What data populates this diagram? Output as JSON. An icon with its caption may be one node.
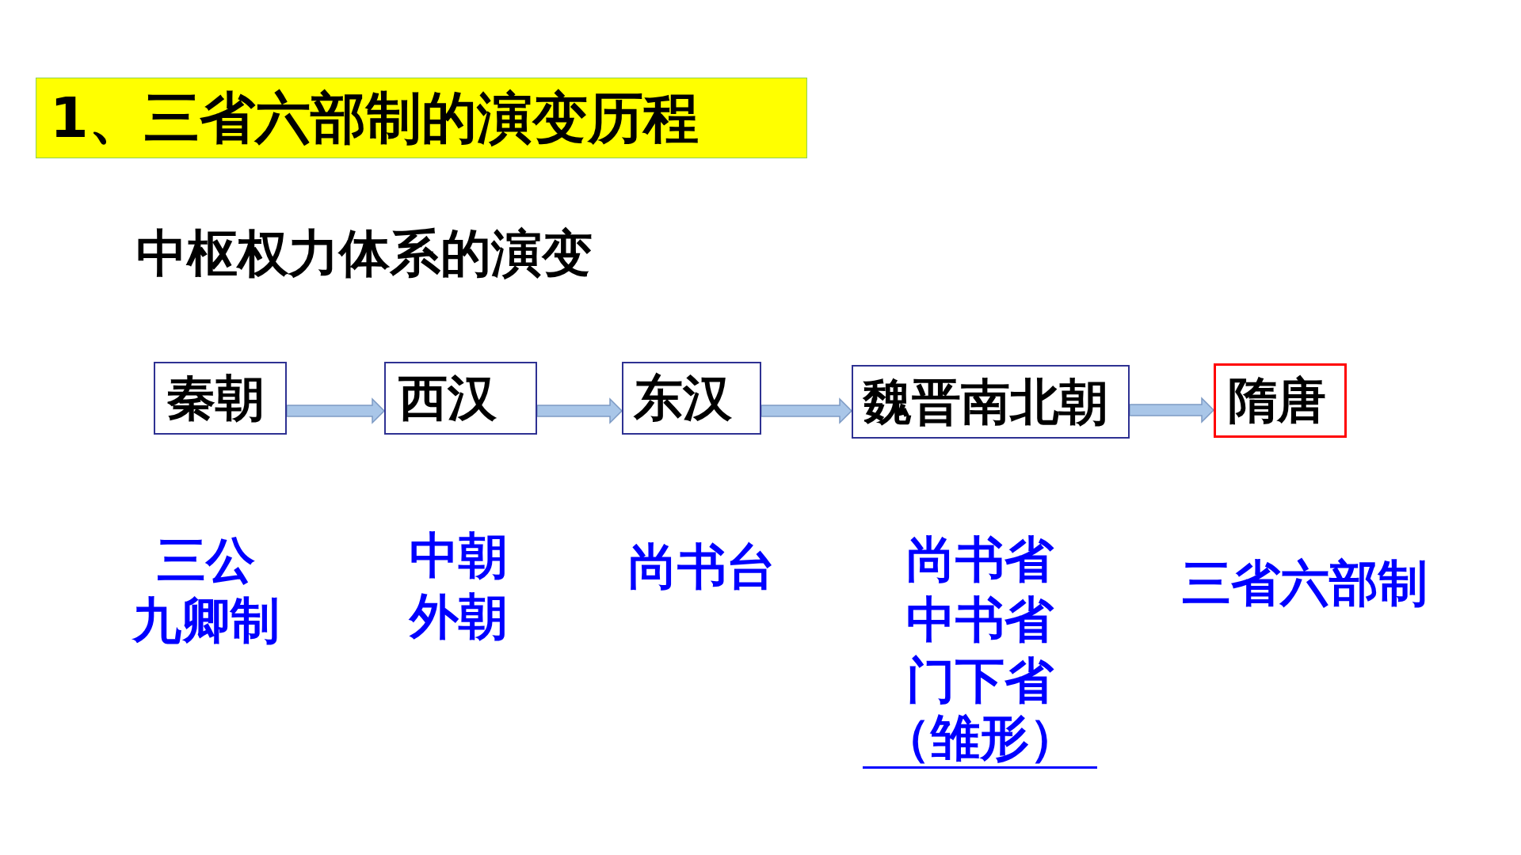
{
  "diagram": {
    "title": "1、三省六部制的演变历程",
    "nodes": [
      {
        "text": [
          "秦朝"
        ],
        "beside": [
          "三公九卿制"
        ]
      },
      {
        "text": [
          "西汉"
        ],
        "beside": [
          "中朝",
          "外朝"
        ]
      },
      {
        "text": [
          "东汉"
        ],
        "beside": [
          "尚书台"
        ]
      },
      {
        "text": [
          "魏晋南北朝"
        ],
        "beside": [
          "尚书省",
          "中书省",
          "门下省",
          "（雏形）"
        ]
      },
      {
        "text": [
          "隋唐"
        ],
        "beside": [
          "三省六部制"
        ]
      }
    ],
    "edges": [
      {
        "from": 0,
        "to": 1,
        "arrow": "to"
      },
      {
        "from": 1,
        "to": 2,
        "arrow": "to"
      },
      {
        "from": 2,
        "to": 3,
        "arrow": "to"
      },
      {
        "from": 3,
        "to": 4,
        "arrow": "to"
      }
    ],
    "labels": [
      "中枢权力体系的演变"
    ]
  }
}
